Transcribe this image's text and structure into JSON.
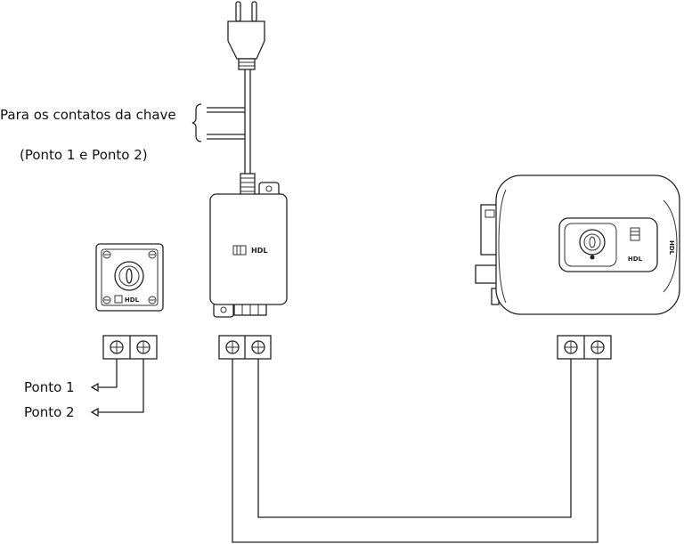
{
  "labels": {
    "key_contacts_line1": "Para os contatos da chave",
    "key_contacts_line2": "(Ponto 1 e Ponto 2)",
    "point1": "Ponto 1",
    "point2": "Ponto 2"
  },
  "devices": {
    "switch_brand": "HDL",
    "power_supply_brand": "HDL",
    "lock_brand": "HDL",
    "lock_side_brand": "HDL"
  },
  "colors": {
    "line": "#222222",
    "device_fill": "#ffffff",
    "text": "#111111"
  }
}
